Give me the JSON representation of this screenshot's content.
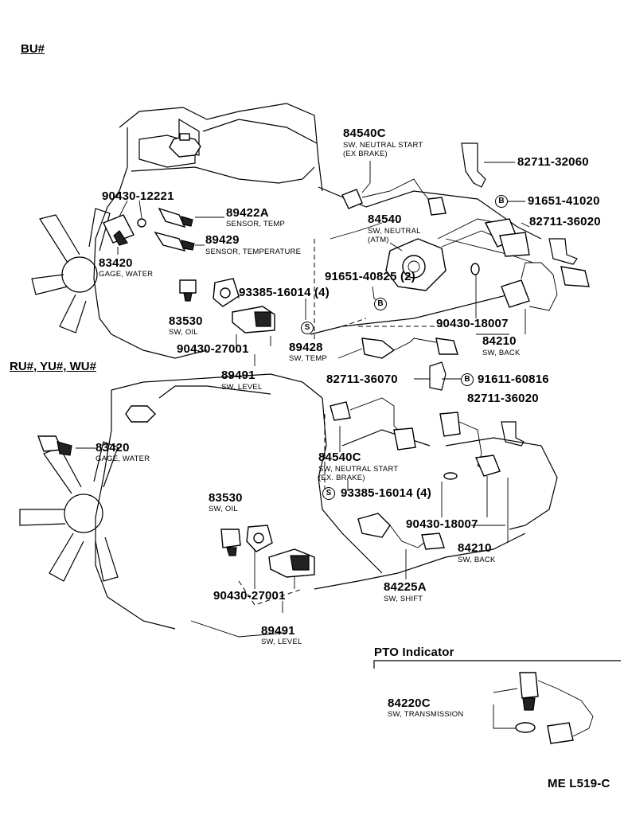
{
  "sections": {
    "bu": "BU#",
    "ru": "RU#, YU#, WU#",
    "pto": "PTO Indicator"
  },
  "parts": {
    "p84540c_top": {
      "num": "84540C",
      "desc1": "SW, NEUTRAL START",
      "desc2": "(EX BRAKE)"
    },
    "p82711_32060": {
      "num": "82711-32060"
    },
    "p91651_41020": {
      "num": "91651-41020"
    },
    "p82711_36020_top": {
      "num": "82711-36020"
    },
    "p84540": {
      "num": "84540",
      "desc1": "SW, NEUTRAL",
      "desc2": "(ATM)"
    },
    "p90430_12221": {
      "num": "90430-12221"
    },
    "p89422a": {
      "num": "89422A",
      "desc1": "SENSOR, TEMP"
    },
    "p89429": {
      "num": "89429",
      "desc1": "SENSOR, TEMPERATURE"
    },
    "p83420_top": {
      "num": "83420",
      "desc1": "GAGE, WATER"
    },
    "p91651_40825": {
      "num": "91651-40825 (2)"
    },
    "p93385_top": {
      "num": "93385-16014 (4)"
    },
    "p83530_top": {
      "num": "83530",
      "desc1": "SW, OIL"
    },
    "p90430_18007_top": {
      "num": "90430-18007"
    },
    "p84210_top": {
      "num": "84210",
      "desc1": "SW, BACK"
    },
    "p90430_27001_top": {
      "num": "90430-27001"
    },
    "p89428": {
      "num": "89428",
      "desc1": "SW, TEMP"
    },
    "p82711_36070": {
      "num": "82711-36070"
    },
    "p91611_60816": {
      "num": "91611-60816"
    },
    "p89491_top": {
      "num": "89491",
      "desc1": "SW, LEVEL"
    },
    "p82711_36020_bot": {
      "num": "82711-36020"
    },
    "p83420_bot": {
      "num": "83420",
      "desc1": "GAGE, WATER"
    },
    "p84540c_bot": {
      "num": "84540C",
      "desc1": "SW, NEUTRAL START",
      "desc2": "(EX. BRAKE)"
    },
    "p93385_bot": {
      "num": "93385-16014 (4)"
    },
    "p83530_bot": {
      "num": "83530",
      "desc1": "SW, OIL"
    },
    "p90430_18007_bot": {
      "num": "90430-18007"
    },
    "p84210_bot": {
      "num": "84210",
      "desc1": "SW, BACK"
    },
    "p84225a": {
      "num": "84225A",
      "desc1": "SW, SHIFT"
    },
    "p90430_27001_bot": {
      "num": "90430-27001"
    },
    "p89491_bot": {
      "num": "89491",
      "desc1": "SW, LEVEL"
    },
    "p84220c": {
      "num": "84220C",
      "desc1": "SW, TRANSMISSION"
    }
  },
  "markers": {
    "b": "B",
    "s": "S"
  },
  "footer_code": "ME L519-C"
}
